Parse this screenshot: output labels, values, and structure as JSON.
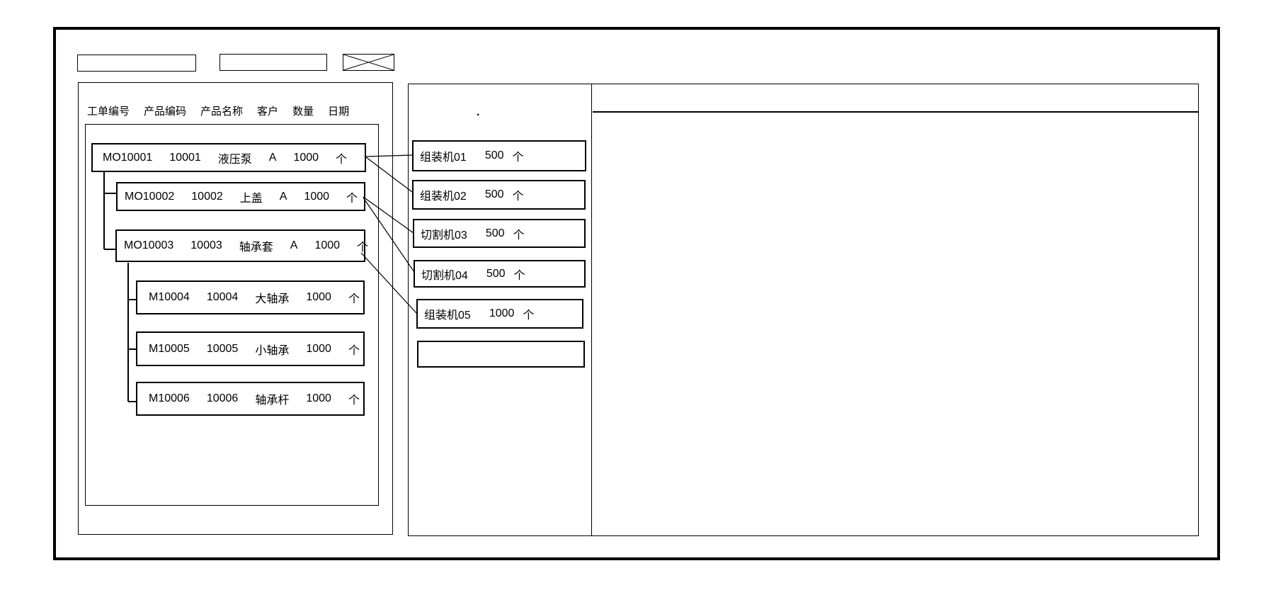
{
  "colors": {
    "line": "#000000",
    "background": "#ffffff"
  },
  "topbar": {
    "input1": {
      "value": ""
    },
    "input2": {
      "value": ""
    },
    "xbox_icon": "x-crossed-box-icon"
  },
  "work_order_panel": {
    "columns": [
      "工单编号",
      "产品编码",
      "产品名称",
      "客户",
      "数量",
      "日期"
    ],
    "orders": [
      {
        "wo_no": "MO10001",
        "product_code": "10001",
        "product_name": "液压泵",
        "customer": "A",
        "qty": "1000",
        "unit": "个",
        "level": 0
      },
      {
        "wo_no": "MO10002",
        "product_code": "10002",
        "product_name": "上盖",
        "customer": "A",
        "qty": "1000",
        "unit": "个",
        "level": 1
      },
      {
        "wo_no": "MO10003",
        "product_code": "10003",
        "product_name": "轴承套",
        "customer": "A",
        "qty": "1000",
        "unit": "个",
        "level": 1
      },
      {
        "wo_no": "M10004",
        "product_code": "10004",
        "product_name": "大轴承",
        "customer": "",
        "qty": "1000",
        "unit": "个",
        "level": 2
      },
      {
        "wo_no": "M10005",
        "product_code": "10005",
        "product_name": "小轴承",
        "customer": "",
        "qty": "1000",
        "unit": "个",
        "level": 2
      },
      {
        "wo_no": "M10006",
        "product_code": "10006",
        "product_name": "轴承杆",
        "customer": "",
        "qty": "1000",
        "unit": "个",
        "level": 2
      }
    ]
  },
  "machine_panel": {
    "dot": ".",
    "machines": [
      {
        "name": "组装机01",
        "qty": "500",
        "unit": "个"
      },
      {
        "name": "组装机02",
        "qty": "500",
        "unit": "个"
      },
      {
        "name": "切割机03",
        "qty": "500",
        "unit": "个"
      },
      {
        "name": "切割机04",
        "qty": "500",
        "unit": "个"
      },
      {
        "name": "组装机05",
        "qty": "1000",
        "unit": "个"
      },
      {
        "name": "",
        "qty": "",
        "unit": ""
      }
    ],
    "connections": [
      {
        "from": "MO10001",
        "to": "组装机01"
      },
      {
        "from": "MO10001",
        "to": "组装机02"
      },
      {
        "from": "MO10002",
        "to": "切割机03"
      },
      {
        "from": "MO10002",
        "to": "切割机04"
      },
      {
        "from": "MO10003",
        "to": "组装机05"
      }
    ]
  },
  "detail_panel": {
    "content": ""
  }
}
